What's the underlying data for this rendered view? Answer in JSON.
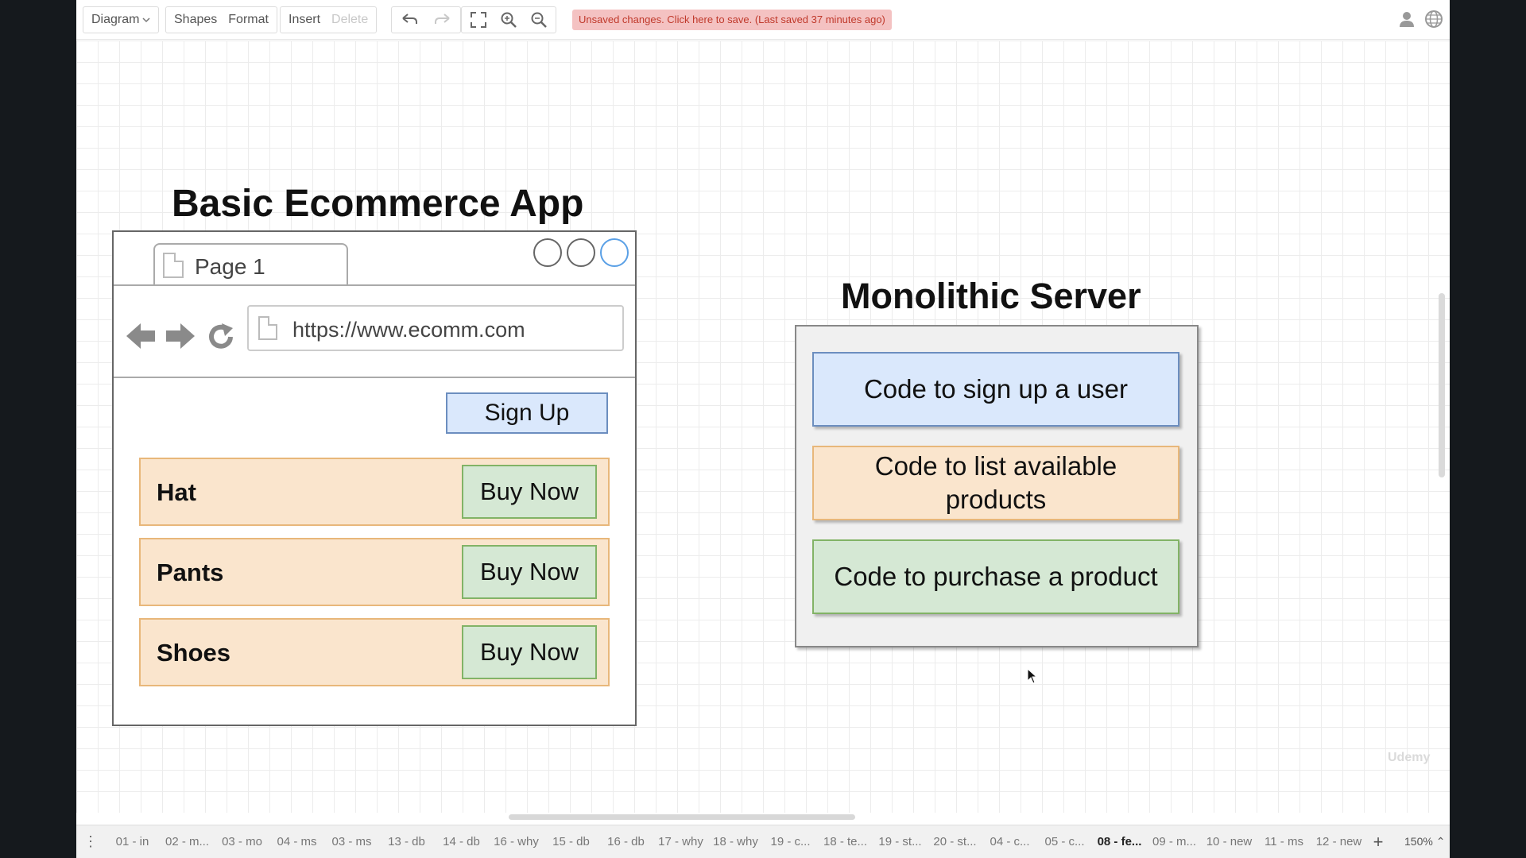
{
  "toolbar": {
    "diagram_menu": "Diagram",
    "shapes_label": "Shapes",
    "format_label": "Format",
    "insert_label": "Insert",
    "delete_label": "Delete",
    "status_message": "Unsaved changes. Click here to save. (Last saved 37 minutes ago)"
  },
  "left_diagram": {
    "title": "Basic Ecommerce App",
    "tab_label": "Page 1",
    "url": "https://www.ecomm.com",
    "signup_label": "Sign Up",
    "products": [
      {
        "name": "Hat",
        "button": "Buy Now"
      },
      {
        "name": "Pants",
        "button": "Buy Now"
      },
      {
        "name": "Shoes",
        "button": "Buy Now"
      }
    ]
  },
  "right_diagram": {
    "title": "Monolithic Server",
    "boxes": [
      "Code to sign up a user",
      "Code to list available products",
      "Code to purchase a product"
    ]
  },
  "page_tabs": [
    "01 - in",
    "02 - m...",
    "03 - mo",
    "04 - ms",
    "03 - ms",
    "13 - db",
    "14 - db",
    "16 - why",
    "15 - db",
    "16 - db",
    "17 - why",
    "18 - why",
    "19 - c...",
    "18 - te...",
    "19 - st...",
    "20 - st...",
    "04 - c...",
    "05 - c...",
    "08 - fe...",
    "09 - m...",
    "10 - new",
    "11 - ms",
    "12 - new"
  ],
  "active_page_tab": "08 - fe...",
  "zoom": "150%",
  "colors": {
    "blue_fill": "#dae8fc",
    "orange_fill": "#fae5cd",
    "green_fill": "#d5e8d4",
    "status_bg": "#f4c2c2"
  }
}
